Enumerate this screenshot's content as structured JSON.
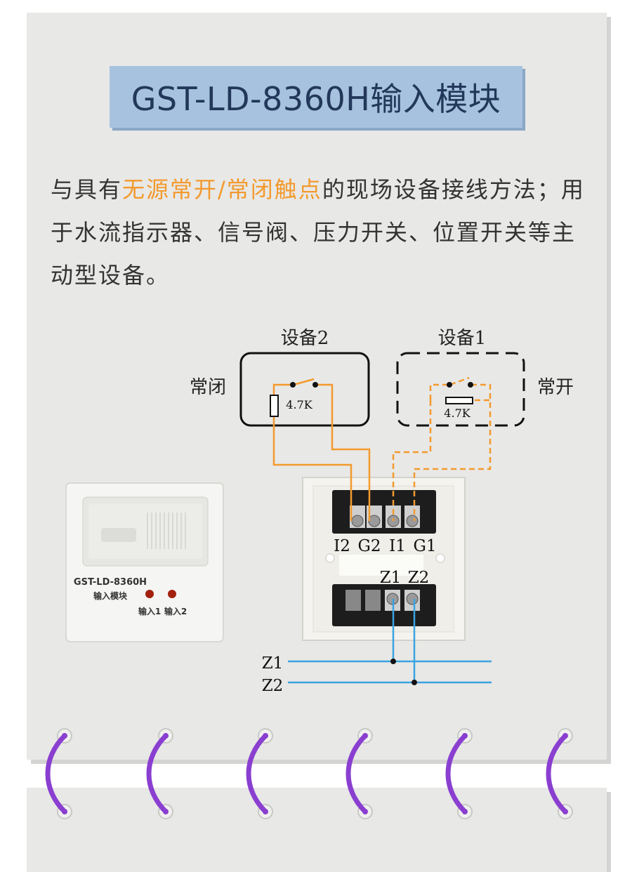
{
  "title": "GST-LD-8360H输入模块",
  "description": {
    "part1": "与具有",
    "highlight": "无源常开/常闭触点",
    "part2": "的现场设备接线方法；用于水流指示器、信号阀、压力开关、位置开关等主动型设备。"
  },
  "diagram": {
    "device2_label": "设备2",
    "device1_label": "设备1",
    "nc_label": "常闭",
    "no_label": "常开",
    "resistor_device2": "4.7K",
    "resistor_device1": "4.7K",
    "terminals_top": [
      "I2",
      "G2",
      "I1",
      "G1"
    ],
    "terminals_bottom": [
      "Z1",
      "Z2"
    ],
    "bus_lines": [
      "Z1",
      "Z2"
    ]
  },
  "module_product": {
    "model": "GST-LD-8360H",
    "name": "输入模块",
    "led1_label": "输入1",
    "led2_label": "输入2"
  },
  "colors": {
    "accent_orange": "#f39a2e",
    "bus_blue": "#3aa3e0",
    "ring_purple": "#8a3fd0",
    "title_bg": "#a7c2de"
  }
}
